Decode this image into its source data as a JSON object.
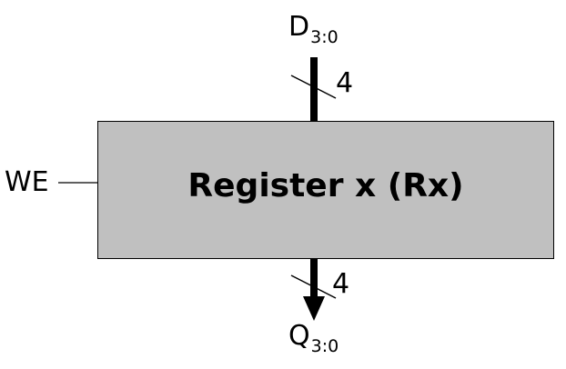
{
  "register": {
    "title": "Register x (Rx)"
  },
  "input_bus": {
    "name": "D",
    "range": "3:0",
    "width_label": "4"
  },
  "output_bus": {
    "name": "Q",
    "range": "3:0",
    "width_label": "4"
  },
  "control": {
    "write_enable_label": "WE"
  },
  "colors": {
    "register_fill": "#c0c0c0",
    "stroke": "#000000",
    "background": "#ffffff"
  }
}
